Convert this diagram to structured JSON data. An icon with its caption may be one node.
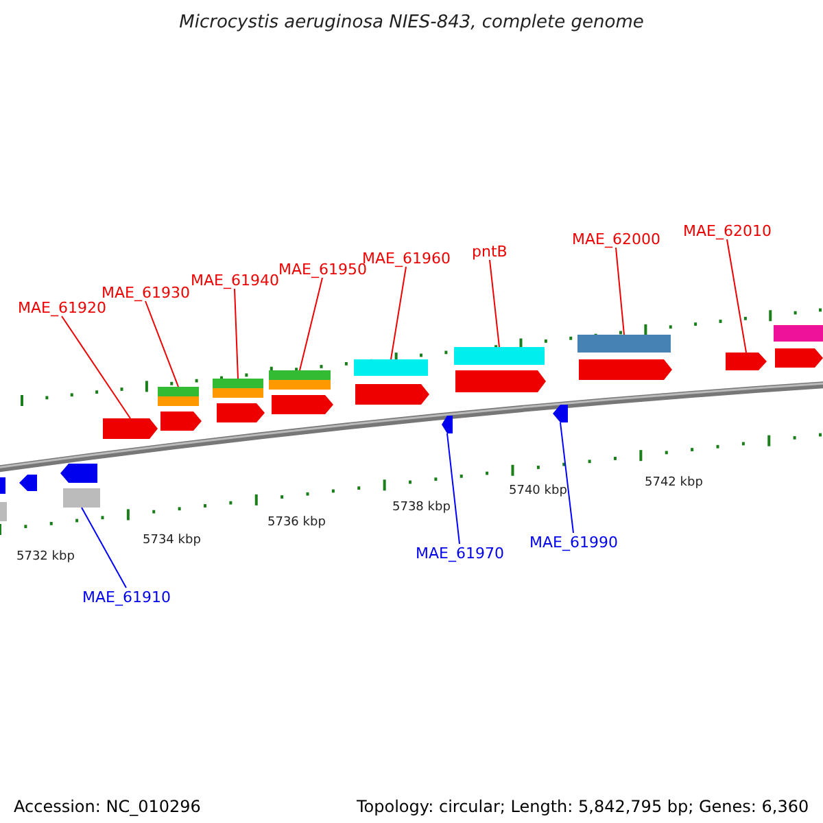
{
  "diagram": {
    "title": "Microcystis aeruginosa NIES-843, complete genome",
    "nodes": [
      {
        "text": [
          "MAE_61920"
        ]
      },
      {
        "text": [],
        "shape": "arrow"
      },
      {
        "text": [
          "MAE_61930"
        ]
      },
      {
        "text": [],
        "shape": "bar"
      },
      {
        "text": [
          "MAE_61940"
        ]
      },
      {
        "text": [],
        "shape": "bar"
      },
      {
        "text": [
          "MAE_61950"
        ]
      },
      {
        "text": [],
        "shape": "bar"
      },
      {
        "text": [
          "MAE_61960"
        ]
      },
      {
        "text": [],
        "shape": "bar"
      },
      {
        "text": [
          "pntB"
        ]
      },
      {
        "text": [],
        "shape": "bar"
      },
      {
        "text": [
          "MAE_62000"
        ]
      },
      {
        "text": [],
        "shape": "bar"
      },
      {
        "text": [
          "MAE_62010"
        ]
      },
      {
        "text": [],
        "shape": "arrow"
      },
      {
        "text": [
          "MAE_61910"
        ]
      },
      {
        "text": [],
        "shape": "bar"
      },
      {
        "text": [
          "MAE_61970"
        ]
      },
      {
        "text": [],
        "shape": "arrow"
      },
      {
        "text": [
          "MAE_61990"
        ]
      },
      {
        "text": [],
        "shape": "arrow"
      },
      {
        "text": [],
        "shape": "arrow"
      },
      {
        "text": [],
        "shape": "arrow"
      },
      {
        "text": [],
        "shape": "arrow"
      },
      {
        "text": [],
        "shape": "arrow"
      },
      {
        "text": [],
        "shape": "arrow"
      },
      {
        "text": [],
        "shape": "arrow"
      },
      {
        "text": [],
        "shape": "arrow"
      },
      {
        "text": [],
        "shape": "bar"
      },
      {
        "text": [],
        "shape": "bar"
      },
      {
        "text": [],
        "shape": "bar"
      },
      {
        "text": [],
        "shape": "bar"
      },
      {
        "text": [],
        "shape": "arrow"
      },
      {
        "text": [],
        "shape": "arrow"
      },
      {
        "text": [],
        "shape": "bar"
      },
      {
        "text": [],
        "shape": "bar"
      }
    ],
    "edges": [
      {
        "from": 0,
        "to": 1,
        "arrow": "none"
      },
      {
        "from": 2,
        "to": 3,
        "arrow": "none"
      },
      {
        "from": 4,
        "to": 5,
        "arrow": "none"
      },
      {
        "from": 6,
        "to": 7,
        "arrow": "none"
      },
      {
        "from": 8,
        "to": 9,
        "arrow": "none"
      },
      {
        "from": 10,
        "to": 11,
        "arrow": "none"
      },
      {
        "from": 12,
        "to": 13,
        "arrow": "none"
      },
      {
        "from": 14,
        "to": 15,
        "arrow": "none"
      },
      {
        "from": 16,
        "to": 17,
        "arrow": "none",
        "color": "#0000ff"
      },
      {
        "from": 18,
        "to": 19,
        "arrow": "none",
        "color": "#0000ff"
      },
      {
        "from": 20,
        "to": 21,
        "arrow": "none",
        "color": "#0000ff"
      }
    ],
    "labels": [
      "5732 kbp",
      "5734 kbp",
      "5736 kbp",
      "5738 kbp",
      "5740 kbp",
      "5742 kbp",
      "Accession: NC_010296",
      "Topology: circular; Length: 5,842,795 bp; Genes: 6,360"
    ]
  }
}
